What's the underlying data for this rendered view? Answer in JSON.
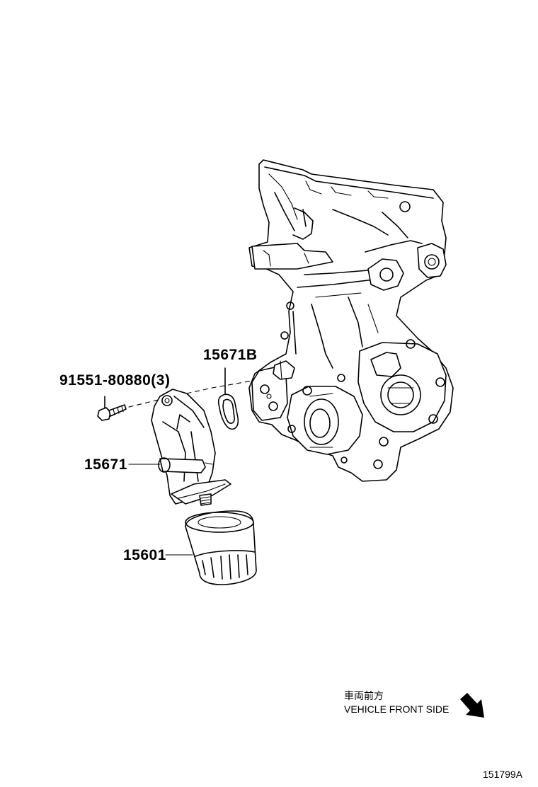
{
  "parts": {
    "bolt": {
      "number": "91551-80880(3)"
    },
    "gasket": {
      "number": "15671B"
    },
    "bracket": {
      "number": "15671"
    },
    "filter": {
      "number": "15601"
    }
  },
  "orientation": {
    "japanese": "車両前方",
    "english": "VEHICLE FRONT SIDE",
    "arrow_icon": "arrow-down-right-icon"
  },
  "figure_number": "151799A"
}
